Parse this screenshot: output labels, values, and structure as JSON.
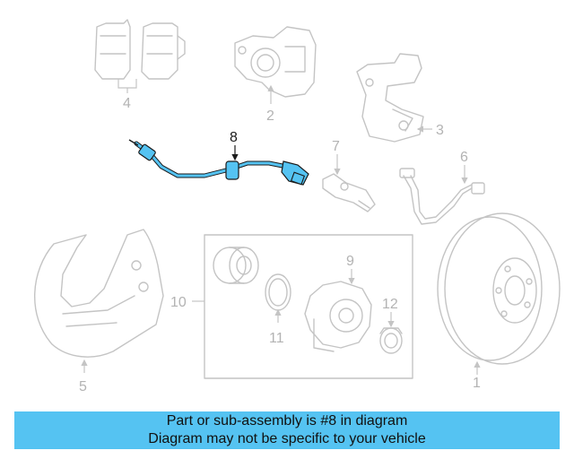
{
  "diagram": {
    "highlight_color": "#55c3f2",
    "callouts": {
      "c1": "1",
      "c2": "2",
      "c3": "3",
      "c4": "4",
      "c5": "5",
      "c6": "6",
      "c7": "7",
      "c8": "8",
      "c9": "9",
      "c10": "10",
      "c11": "11",
      "c12": "12"
    }
  },
  "banner": {
    "background": "#55c3f2",
    "line1": "Part or sub-assembly is #8 in diagram",
    "line2": "Diagram may not be specific to your vehicle"
  }
}
